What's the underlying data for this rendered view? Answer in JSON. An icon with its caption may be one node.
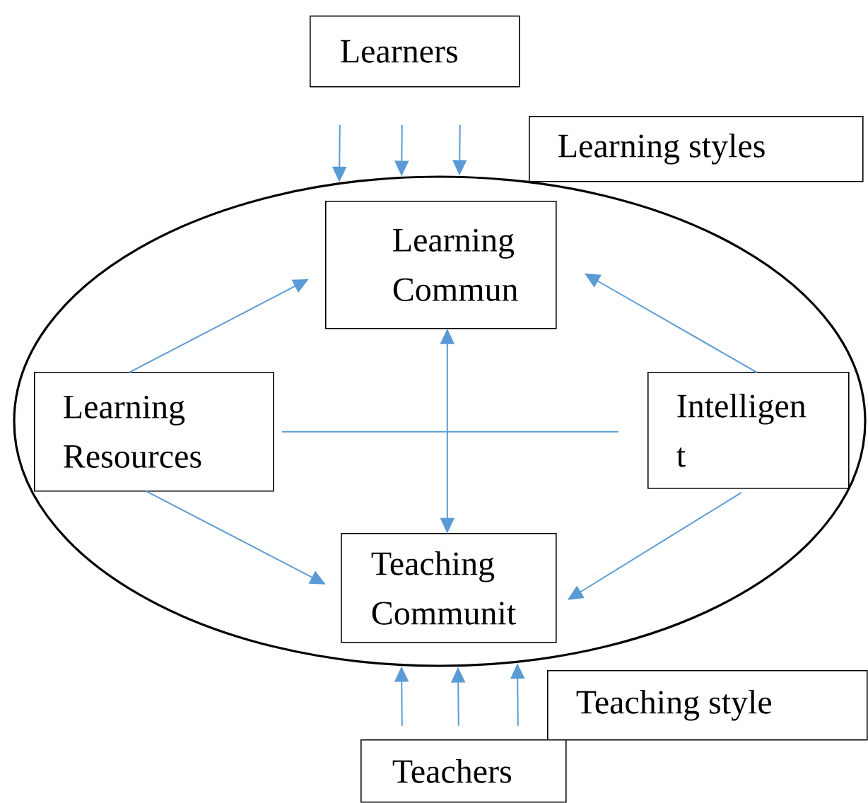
{
  "diagram": {
    "nodes": [
      {
        "text": [
          "Learners"
        ]
      },
      {
        "text": [
          "Learning styles"
        ]
      },
      {
        "text": [],
        "shape": "ellipse"
      },
      {
        "text": [
          "Learning Commun"
        ],
        "in": 2
      },
      {
        "text": [
          "Learning Resources"
        ],
        "in": 2
      },
      {
        "text": [
          "Intelligen t"
        ],
        "in": 2
      },
      {
        "text": [
          "Teaching Communit"
        ],
        "in": 2
      },
      {
        "text": [
          "Teaching style"
        ]
      },
      {
        "text": [
          "Teachers"
        ]
      }
    ],
    "edges": [
      {
        "from": 0,
        "to": 2,
        "arrow": "to"
      },
      {
        "from": 0,
        "to": 2,
        "arrow": "to"
      },
      {
        "from": 0,
        "to": 2,
        "arrow": "to"
      },
      {
        "from": 4,
        "to": 3,
        "arrow": "to"
      },
      {
        "from": 5,
        "to": 3,
        "arrow": "to"
      },
      {
        "from": 3,
        "to": 6,
        "arrow": "both"
      },
      {
        "from": 4,
        "to": 6,
        "arrow": "to"
      },
      {
        "from": 5,
        "to": 6,
        "arrow": "to"
      },
      {
        "from": 4,
        "to": 5,
        "arrow": "none"
      },
      {
        "from": 8,
        "to": 2,
        "arrow": "to"
      },
      {
        "from": 8,
        "to": 2,
        "arrow": "to"
      },
      {
        "from": 8,
        "to": 2,
        "arrow": "to"
      }
    ]
  }
}
